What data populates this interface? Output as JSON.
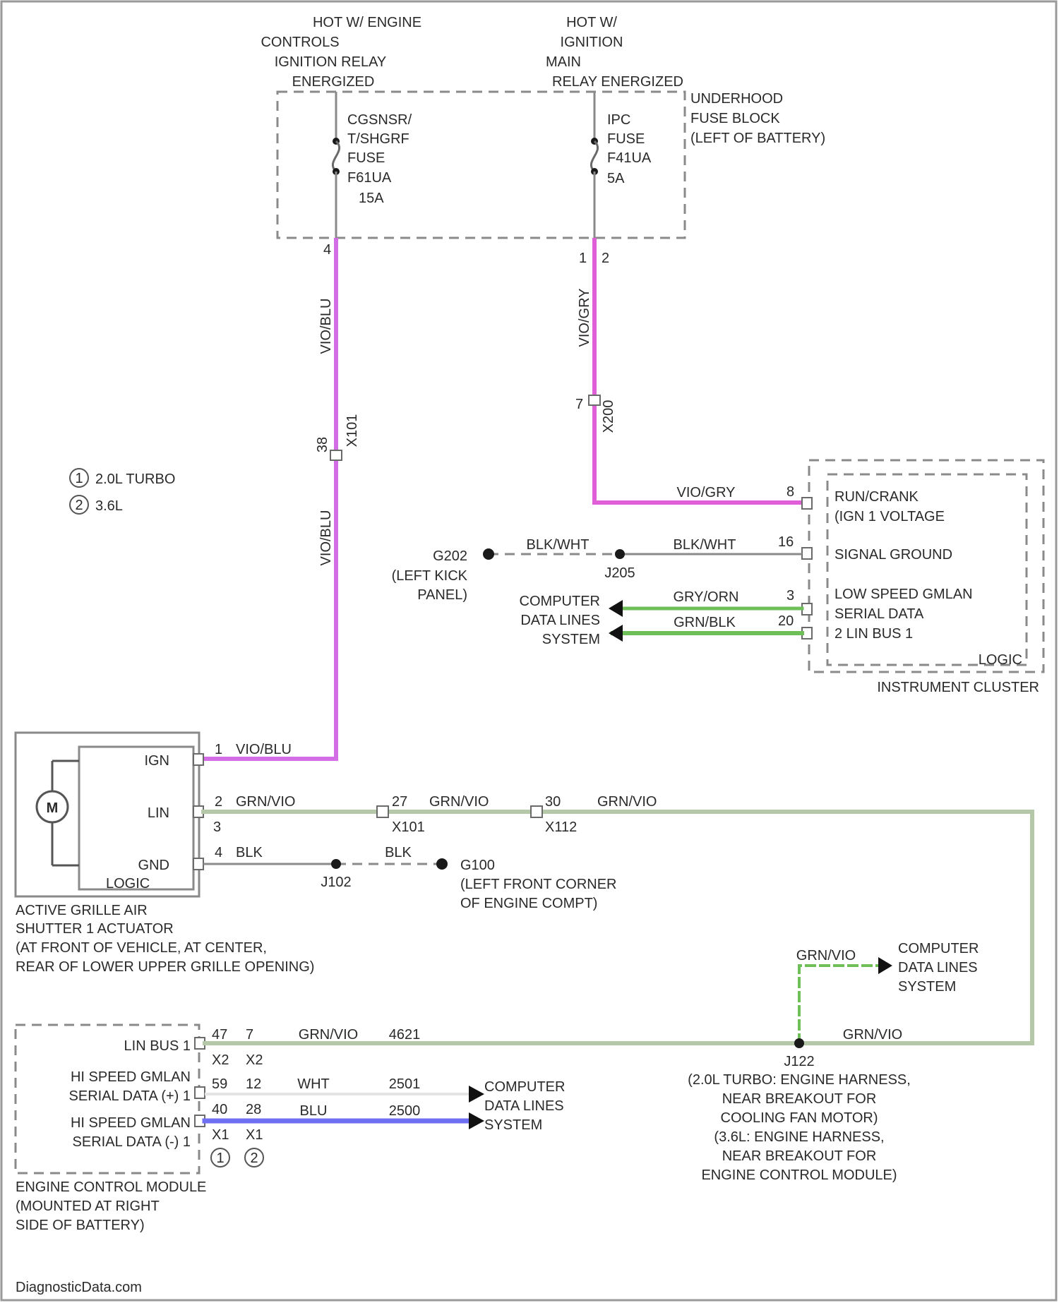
{
  "colors": {
    "vio_blu": "#d26de6",
    "vio_gry": "#e05fd9",
    "grn_vio": "#b5c9a8",
    "grn": "#6fbf58",
    "blu": "#6f6ff2",
    "blk": "#9a9a9a",
    "box": "#8a8a8a"
  },
  "top_labels": {
    "engine_relay": [
      "HOT W/ ENGINE",
      "CONTROLS",
      "IGNITION RELAY",
      "ENERGIZED"
    ],
    "main_relay": [
      "HOT W/",
      "IGNITION",
      "MAIN",
      "RELAY ENERGIZED"
    ]
  },
  "underhood": {
    "label": [
      "UNDERHOOD",
      "FUSE BLOCK",
      "(LEFT OF BATTERY)"
    ],
    "fuse1": [
      "CGSNSR/",
      "T/SHGRF",
      "FUSE",
      "F61UA",
      "15A"
    ],
    "fuse2": [
      "IPC",
      "FUSE",
      "F41UA",
      "5A"
    ],
    "pin_left": "4",
    "pin_right_a": "1",
    "pin_right_b": "2"
  },
  "wires": {
    "vio_blu_vertical": "VIO/BLU",
    "x101_pin": "38",
    "x101_label": "X101",
    "vio_gry_vertical": "VIO/GRY",
    "x200_pin": "7",
    "x200_label": "X200",
    "vio_gry_h": "VIO/GRY"
  },
  "legend": [
    {
      "num": "1",
      "text": "2.0L TURBO"
    },
    {
      "num": "2",
      "text": "3.6L"
    }
  ],
  "cluster": {
    "pins": [
      {
        "num": "8",
        "label": [
          "RUN/CRANK",
          "(IGN 1 VOLTAGE"
        ]
      },
      {
        "num": "16",
        "label": [
          "SIGNAL GROUND"
        ]
      },
      {
        "num": "3",
        "label": [
          "LOW SPEED GMLAN",
          "SERIAL DATA"
        ]
      },
      {
        "num": "20",
        "label": [
          "2 LIN BUS 1"
        ]
      }
    ],
    "logic": "LOGIC",
    "name": "INSTRUMENT CLUSTER",
    "ground_left": "BLK/WHT",
    "ground_right": "BLK/WHT",
    "ground_name": "G202",
    "ground_loc": [
      "(LEFT KICK",
      "PANEL)"
    ],
    "splice": "J205",
    "data_wire1": "GRY/ORN",
    "data_wire2": "GRN/BLK",
    "data_target": [
      "COMPUTER",
      "DATA LINES",
      "SYSTEM"
    ]
  },
  "actuator": {
    "name": [
      "ACTIVE GRILLE AIR",
      "SHUTTER 1 ACTUATOR",
      "(AT FRONT OF VEHICLE, AT CENTER,",
      "REAR OF LOWER UPPER GRILLE OPENING)"
    ],
    "motor": "M",
    "logic": "LOGIC",
    "ign": "IGN",
    "lin": "LIN",
    "gnd": "GND",
    "pin1": "1",
    "pin1_wire": "VIO/BLU",
    "pin2": "2",
    "pin2_wire": "GRN/VIO",
    "pin3": "3",
    "pin4": "4",
    "pin4_wire": "BLK"
  },
  "lin_run": {
    "x101_pin": "27",
    "x101_wire": "GRN/VIO",
    "x101_label": "X101",
    "x112_pin": "30",
    "x112_wire": "GRN/VIO",
    "x112_label": "X112"
  },
  "ground_g100": {
    "splice": "J102",
    "wire": "BLK",
    "name": "G100",
    "loc": [
      "(LEFT FRONT CORNER",
      "OF ENGINE COMPT)"
    ]
  },
  "ecm": {
    "name": [
      "ENGINE CONTROL MODULE",
      "(MOUNTED AT RIGHT",
      "SIDE OF BATTERY)"
    ],
    "lin_bus": "LIN BUS 1",
    "hi_high": [
      "HI SPEED GMLAN",
      "SERIAL DATA (+) 1"
    ],
    "hi_low": [
      "HI SPEED GMLAN",
      "SERIAL DATA (-) 1"
    ],
    "row1": [
      "47",
      "7"
    ],
    "row1_wire": "GRN/VIO",
    "row1_circuit": "4621",
    "row2": [
      "X2",
      "X2"
    ],
    "row3": [
      "59",
      "12"
    ],
    "row3_wire": "WHT",
    "row3_circuit": "2501",
    "row4": [
      "40",
      "28"
    ],
    "row4_wire": "BLU",
    "row4_circuit": "2500",
    "row5": [
      "X1",
      "X1"
    ],
    "variants": [
      "1",
      "2"
    ],
    "data_target": [
      "COMPUTER",
      "DATA LINES",
      "SYSTEM"
    ]
  },
  "splice_j122": {
    "name": "J122",
    "branch_wire": "GRN/VIO",
    "branch_target": [
      "COMPUTER",
      "DATA LINES",
      "SYSTEM"
    ],
    "right_wire": "GRN/VIO",
    "desc": [
      "(2.0L TURBO: ENGINE HARNESS,",
      "NEAR BREAKOUT FOR",
      "COOLING FAN MOTOR)",
      "(3.6L: ENGINE HARNESS,",
      "NEAR BREAKOUT FOR",
      "ENGINE CONTROL MODULE)"
    ]
  },
  "footer": "DiagnosticData.com"
}
